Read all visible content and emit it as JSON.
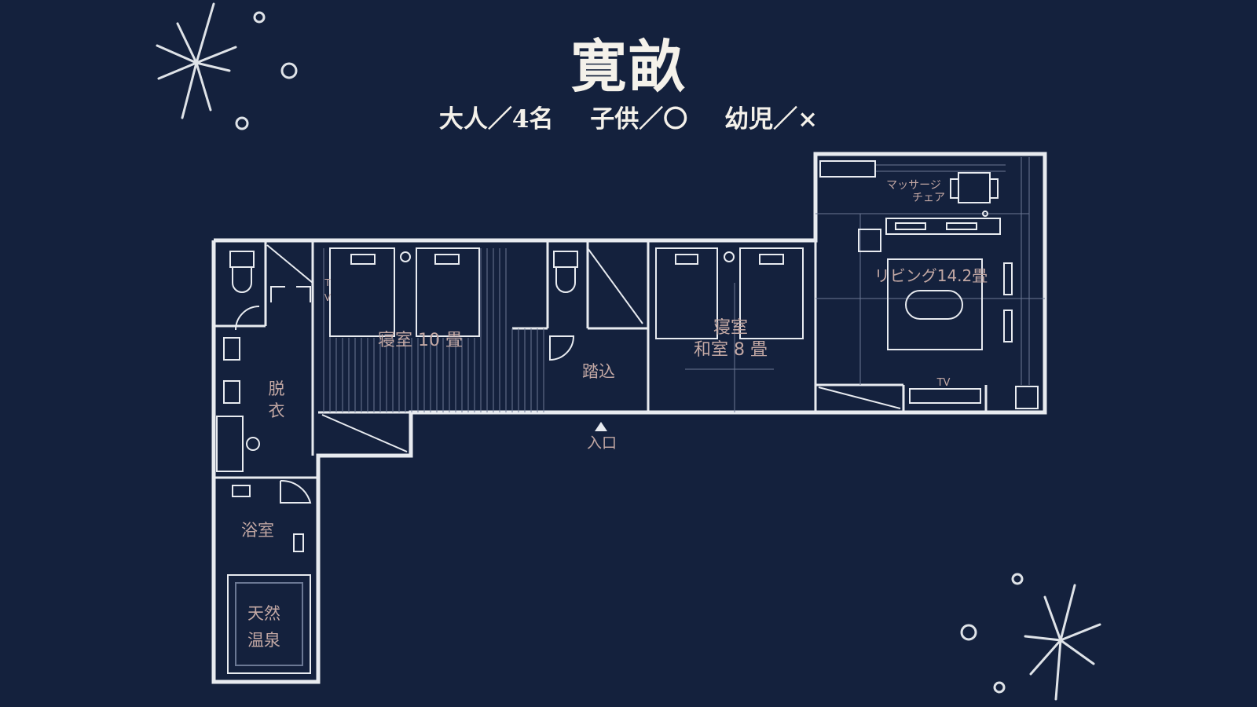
{
  "header": {
    "title": "寛畝",
    "capacity": {
      "adults": "大人／4名",
      "children": "子供／〇",
      "infants": "幼児／×"
    }
  },
  "rooms": {
    "bedroom_10": "寝室 10 畳",
    "bedroom_wa_line1": "寝室",
    "bedroom_wa_line2": "和室 8 畳",
    "living": "リビング14.2畳",
    "massage_line1": "マッサージ",
    "massage_line2": "チェア",
    "genkan": "踏込",
    "entrance": "入口",
    "dressing_line1": "脱",
    "dressing_line2": "衣",
    "bathroom": "浴室",
    "onsen_line1": "天然",
    "onsen_line2": "温泉",
    "tv_living": "TV",
    "tv_bed_t": "T",
    "tv_bed_v": "V"
  },
  "colors": {
    "background": "#14213d",
    "wall": "#e8ebf0",
    "room_label": "#c3a8a4",
    "text": "#f4f1ea"
  }
}
